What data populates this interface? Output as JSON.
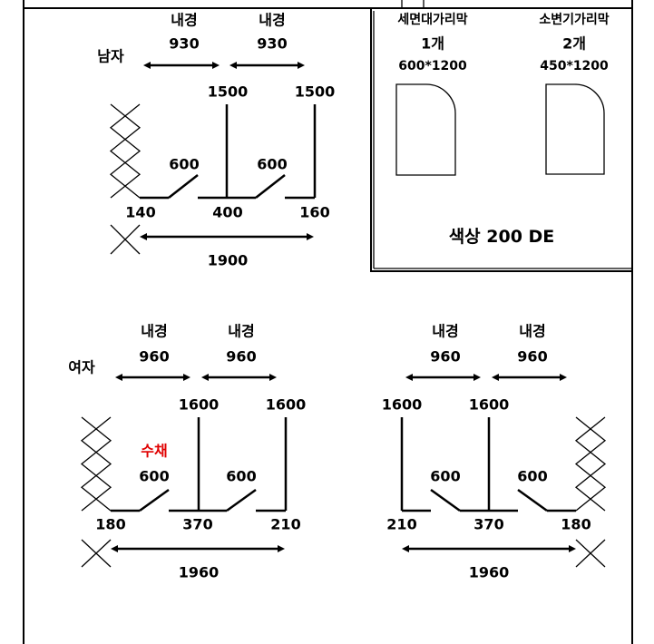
{
  "men": {
    "label": "남자",
    "inner_label_1": "내경",
    "inner_width_1": "930",
    "inner_label_2": "내경",
    "inner_width_2": "930",
    "height_1": "1500",
    "height_2": "1500",
    "door_1": "600",
    "door_2": "600",
    "seg_left": "140",
    "seg_mid": "400",
    "seg_right": "160",
    "total": "1900"
  },
  "partitions": {
    "washbasin_title": "세면대가리막",
    "washbasin_qty": "1개",
    "washbasin_size": "600*1200",
    "urinal_title": "소변기가리막",
    "urinal_qty": "2개",
    "urinal_size": "450*1200",
    "color": "색상 200 DE"
  },
  "women_left": {
    "label": "여자",
    "inner_label_1": "내경",
    "inner_width_1": "960",
    "inner_label_2": "내경",
    "inner_width_2": "960",
    "height_1": "1600",
    "height_2": "1600",
    "drain_note": "수채",
    "door_1": "600",
    "door_2": "600",
    "seg_left": "180",
    "seg_mid": "370",
    "seg_right": "210",
    "total": "1960"
  },
  "women_right": {
    "inner_label_1": "내경",
    "inner_width_1": "960",
    "inner_label_2": "내경",
    "inner_width_2": "960",
    "height_1": "1600",
    "height_2": "1600",
    "door_1": "600",
    "door_2": "600",
    "seg_left": "210",
    "seg_mid": "370",
    "seg_right": "180",
    "total": "1960"
  },
  "colors": {
    "line": "#000000",
    "note": "#e00000"
  }
}
